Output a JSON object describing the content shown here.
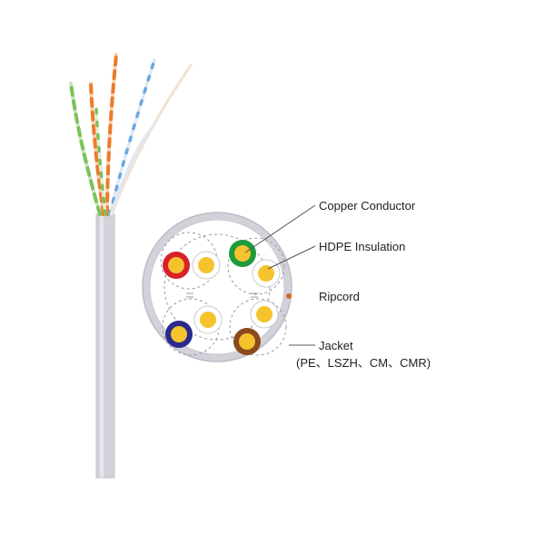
{
  "labels": {
    "copper_conductor": "Copper Conductor",
    "hdpe_insulation": "HDPE Insulation",
    "ripcord": "Ripcord",
    "jacket": "Jacket",
    "jacket_materials": "(PE、LSZH、CM、CMR)"
  },
  "colors": {
    "jacket": "#d2d2da",
    "jacket_outline": "#bdbdc7",
    "conductor": "#f4c32e",
    "pair_red": "#d8222a",
    "pair_green": "#1f9a3c",
    "pair_blue": "#2a2a8c",
    "pair_brown": "#8a4a1c",
    "wire_orange": "#ee7a2a",
    "wire_green": "#7ac25a",
    "wire_blue": "#6aa6e0",
    "ripcord": "#d2691e",
    "leader_line": "#555555"
  }
}
